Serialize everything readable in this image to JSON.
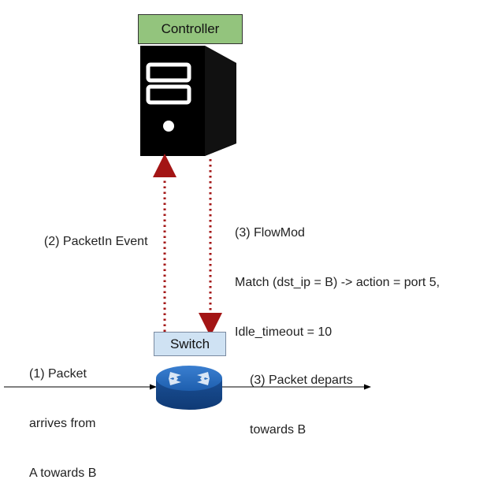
{
  "controller": {
    "label": "Controller"
  },
  "switch": {
    "label": "Switch"
  },
  "labels": {
    "packet_in": "(2) PacketIn Event",
    "flowmod_line1": "(3) FlowMod",
    "flowmod_line2": "Match (dst_ip = B) -> action = port 5,",
    "flowmod_line3": "Idle_timeout = 10",
    "arrives_line1": "(1) Packet",
    "arrives_line2": "arrives from",
    "arrives_line3": "A towards B",
    "departs_line1": "(3) Packet departs",
    "departs_line2": "towards B"
  },
  "colors": {
    "controller_fill": "#93c47d",
    "switch_fill": "#cfe2f3",
    "arrow_dotted": "#a31515",
    "server_body": "#000000",
    "router_fill": "#1f5fa8"
  },
  "icons": {
    "server": "server-tower-icon",
    "router": "router-icon"
  }
}
